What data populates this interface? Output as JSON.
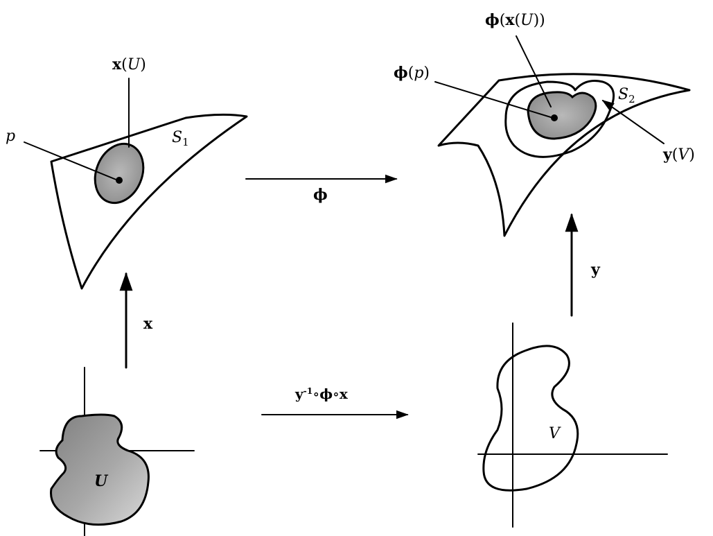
{
  "labels": {
    "x_of_U": {
      "func": "x",
      "open": "(",
      "arg": "U",
      "close": ")"
    },
    "p": "p",
    "S1": {
      "base": "S",
      "sub": "1"
    },
    "phi": "ϕ",
    "phi_x_U": {
      "phi": "ϕ",
      "open": "(",
      "func": "x",
      "open2": "(",
      "arg": "U",
      "close": "))"
    },
    "phi_p": {
      "phi": "ϕ",
      "open": "(",
      "arg": "p",
      "close": ")"
    },
    "S2": {
      "base": "S",
      "sub": "2"
    },
    "y_of_V": {
      "func": "y",
      "open": "(",
      "arg": "V",
      "close": ")"
    },
    "x_map": "x",
    "y_map": "y",
    "composite": {
      "y": "y",
      "sup": "-1",
      "circ1": "∘",
      "phi": "ϕ",
      "circ2": "∘",
      "x": "x"
    },
    "U": "U",
    "V": "V"
  },
  "colors": {
    "ink": "#000000",
    "shade_dark": "#8a8a8a",
    "shade_light": "#cfcfcf",
    "background": "#ffffff"
  }
}
